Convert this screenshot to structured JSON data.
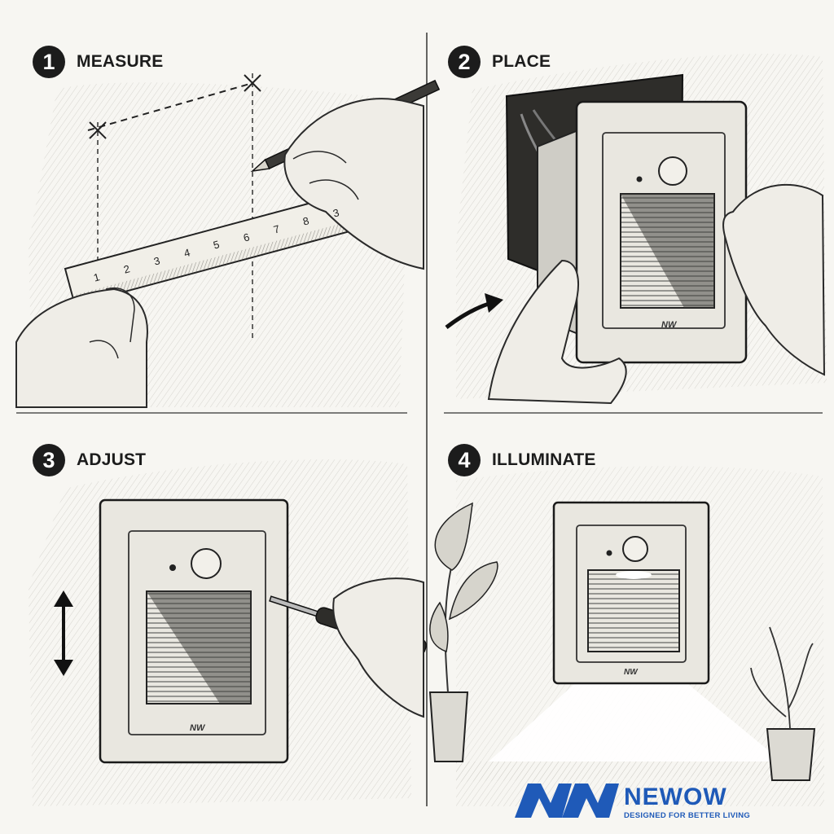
{
  "steps": [
    {
      "number": "1",
      "label": "MEASURE"
    },
    {
      "number": "2",
      "label": "PLACE"
    },
    {
      "number": "3",
      "label": "ADJUST"
    },
    {
      "number": "4",
      "label": "ILLUMINATE"
    }
  ],
  "ruler": {
    "ticks": [
      "1",
      "2",
      "3",
      "4",
      "5",
      "6",
      "7",
      "8",
      "3"
    ]
  },
  "device": {
    "mark": "NW"
  },
  "brand": {
    "name": "NEWOW",
    "tagline": "DESIGNED FOR BETTER LIVING",
    "color": "#1f5ab8"
  },
  "colors": {
    "ink": "#1c1c1c",
    "paper": "#f7f6f2"
  }
}
